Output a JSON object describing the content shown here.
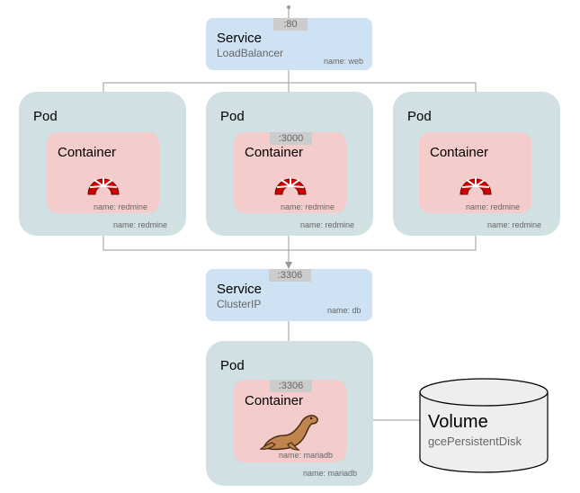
{
  "web_service": {
    "port": ":80",
    "title": "Service",
    "type": "LoadBalancer",
    "name": "name: web"
  },
  "pods": [
    {
      "title": "Pod",
      "container_title": "Container",
      "container_name": "name: redmine",
      "pod_name": "name: redmine",
      "port": ""
    },
    {
      "title": "Pod",
      "container_title": "Container",
      "container_name": "name: redmine",
      "pod_name": "name: redmine",
      "port": ":3000"
    },
    {
      "title": "Pod",
      "container_title": "Container",
      "container_name": "name: redmine",
      "pod_name": "name: redmine",
      "port": ""
    }
  ],
  "db_service": {
    "port": ":3306",
    "title": "Service",
    "type": "ClusterIP",
    "name": "name: db"
  },
  "db_pod": {
    "title": "Pod",
    "port": ":3306",
    "container_title": "Container",
    "container_name": "name: mariadb",
    "pod_name": "name: mariadb"
  },
  "volume": {
    "title": "Volume",
    "type": "gcePersistentDisk"
  },
  "colors": {
    "service": "#cfe2f3",
    "pod": "#d0e0e3",
    "container": "#f4cccc",
    "port": "#cccccc",
    "redmine": "#cc0000",
    "seal": "#c0844f"
  },
  "icons": {
    "redmine": "redmine-logo-icon",
    "mariadb": "mariadb-seal-icon"
  }
}
